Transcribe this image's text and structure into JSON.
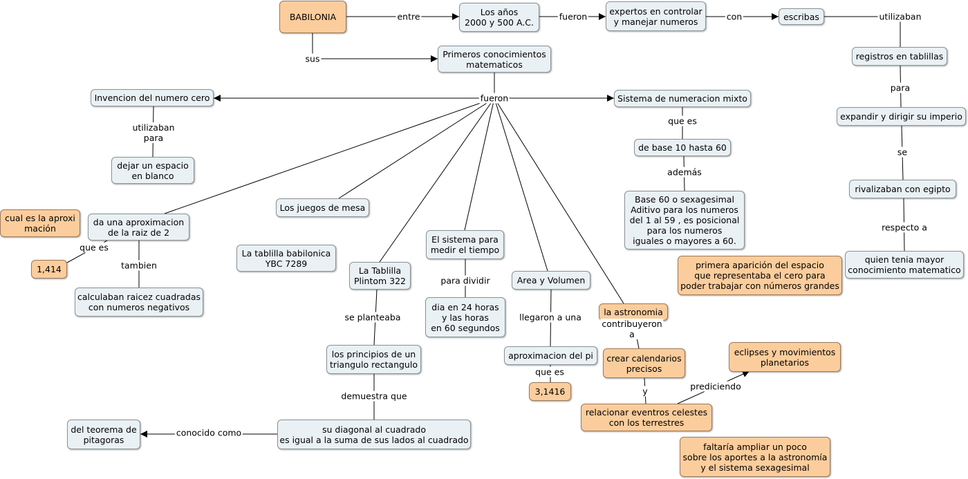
{
  "colors": {
    "node_fill": "#eaf1f5",
    "highlight_fill": "#fccd9c",
    "line": "#000000"
  },
  "nodes": {
    "babilonia": "BABILONIA",
    "anos": "Los años\n2000 y 500 A.C.",
    "expertos": "expertos en controlar\ny manejar numeros",
    "escribas": "escribas",
    "registros": "registros en tablillas",
    "expandir": "expandir y dirigir su imperio",
    "rivalizaban": "rivalizaban con  egipto",
    "quien": "quien tenia mayor\nconocimiento matematico",
    "primeros": "Primeros conocimientos\nmatematicos",
    "invencion": "Invencion del numero cero",
    "dejar": "dejar un espacio\nen blanco",
    "sistema_mixto": "Sistema de numeracion mixto",
    "base10": "de base 10 hasta 60",
    "base60": "Base 60 o sexagesimal\nAditivo para los numeros\ndel 1 al 59 , es posicional\npara los numeros\niguales o mayores a 60.",
    "primera_aparicion": "primera aparición del espacio\nque representaba el cero para\npoder trabajar con números grandes",
    "aprox_text": "cual es la aproxi\nmación",
    "aproximacion_raiz": "da una aproximacion\nde la raiz de 2",
    "v1414": "1,414",
    "calculaban": "calculaban raicez cuadradas\ncon numeros negativos",
    "juegos": "Los juegos de mesa",
    "ybc": "La tablilla babilonica\nYBC 7289",
    "plintom": "La Tablilla\nPlintom 322",
    "principios": "los principios de un\ntriangulo rectangulo",
    "diagonal": "su diagonal al cuadrado\nes igual a la suma de sus lados al cuadrado",
    "pitagoras": "del teorema de\npitagoras",
    "sistema_tiempo": "El sistema para\nmedir el tiempo",
    "dia": "dia en 24 horas\ny las horas\nen 60 segundos",
    "area": "Area y Volumen",
    "aprox_pi": "aproximacion del pi",
    "v31416": "3,1416",
    "astronomia": "la astronomia",
    "calendarios": "crear calendarios\nprecisos",
    "relacionar": "relacionar eventros celestes\ncon los terrestres",
    "eclipses": "eclipses y movimientos\nplanetarios",
    "faltaria": "faltaría ampliar un poco\nsobre los aportes a la astronomía\ny el sistema sexagesimal"
  },
  "links": {
    "entre": "entre",
    "fueron_top": "fueron",
    "con": "con",
    "utilizaban_right": "utilizaban",
    "para": "para",
    "se": "se",
    "respecto_a": "respecto a",
    "sus": "sus",
    "fueron_hub": "fueron",
    "utilizaban_para": "utilizaban\npara",
    "que_es_1": "que es",
    "ademas": "además",
    "que_es_2": "que es",
    "tambien": "tambien",
    "se_planteaba": "se planteaba",
    "demuestra_que": "demuestra que",
    "conocido_como": "conocido como",
    "para_dividir": "para dividir",
    "llegaron_a_una": "llegaron a una",
    "que_es_3": "que es",
    "contribuyeron_a": "contribuyeron\na",
    "y": "y",
    "prediciendo": "prediciendo"
  }
}
